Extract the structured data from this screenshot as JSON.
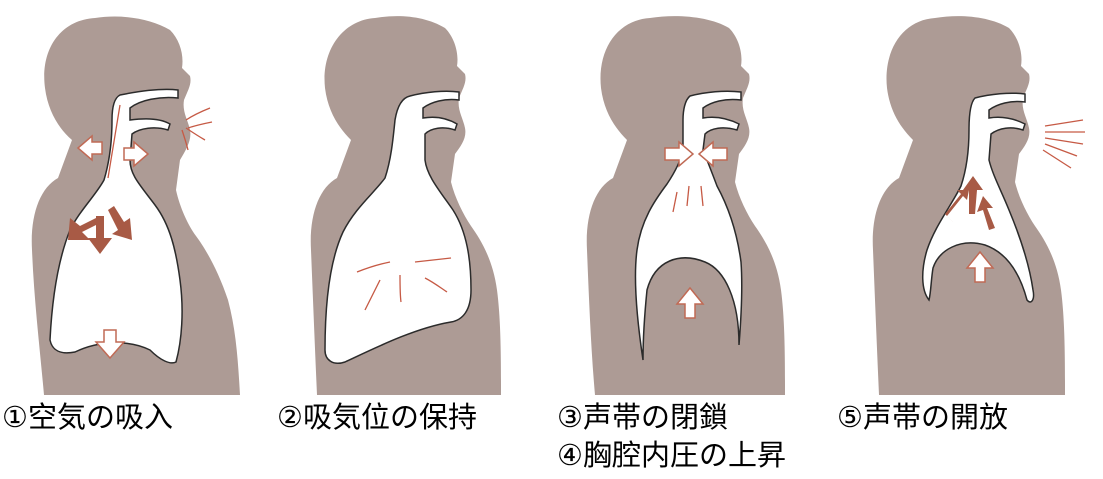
{
  "colors": {
    "body": "#ad9b95",
    "airway_fill": "#ffffff",
    "airway_stroke": "#2b2b2b",
    "arrow_dark": "#a85a45",
    "arrow_light_stroke": "#c06a55",
    "flow_line": "#c65a45"
  },
  "panels": [
    {
      "caption_lines": [
        "①空気の吸入"
      ]
    },
    {
      "caption_lines": [
        "②吸気位の保持"
      ]
    },
    {
      "caption_lines": [
        "③声帯の閉鎖",
        "④胸腔内圧の上昇"
      ]
    },
    {
      "caption_lines": [
        "⑤声帯の開放"
      ]
    }
  ]
}
